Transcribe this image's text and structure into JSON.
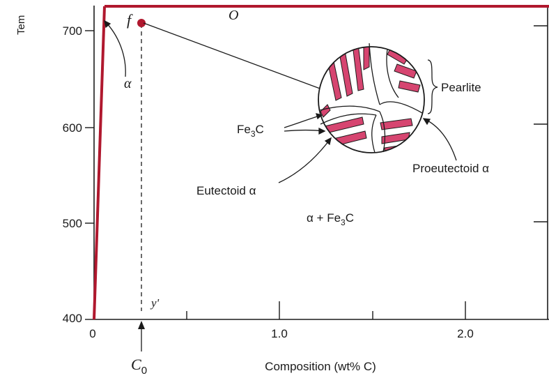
{
  "axes": {
    "y_label": "Tem",
    "x_label": "Composition (wt% C)",
    "y_ticks": [
      "700",
      "600",
      "500",
      "400"
    ],
    "x_ticks": [
      "0",
      "1.0",
      "2.0"
    ]
  },
  "labels": {
    "point_f": "f",
    "point_o": "O",
    "alpha": "α",
    "y_prime": "y'",
    "c0_main": "C",
    "c0_sub": "0",
    "fe3c_main": "Fe",
    "fe3c_sub": "3",
    "fe3c_tail": "C",
    "eutectoid_alpha": "Eutectoid α",
    "region_main": "α + Fe",
    "region_sub": "3",
    "region_tail": "C",
    "pearlite": "Pearlite",
    "proeutectoid_alpha": "Proeutectoid α"
  },
  "colors": {
    "phase_boundary": "#b0182e",
    "lamella": "#d64570",
    "ink": "#1a1a1a"
  }
}
